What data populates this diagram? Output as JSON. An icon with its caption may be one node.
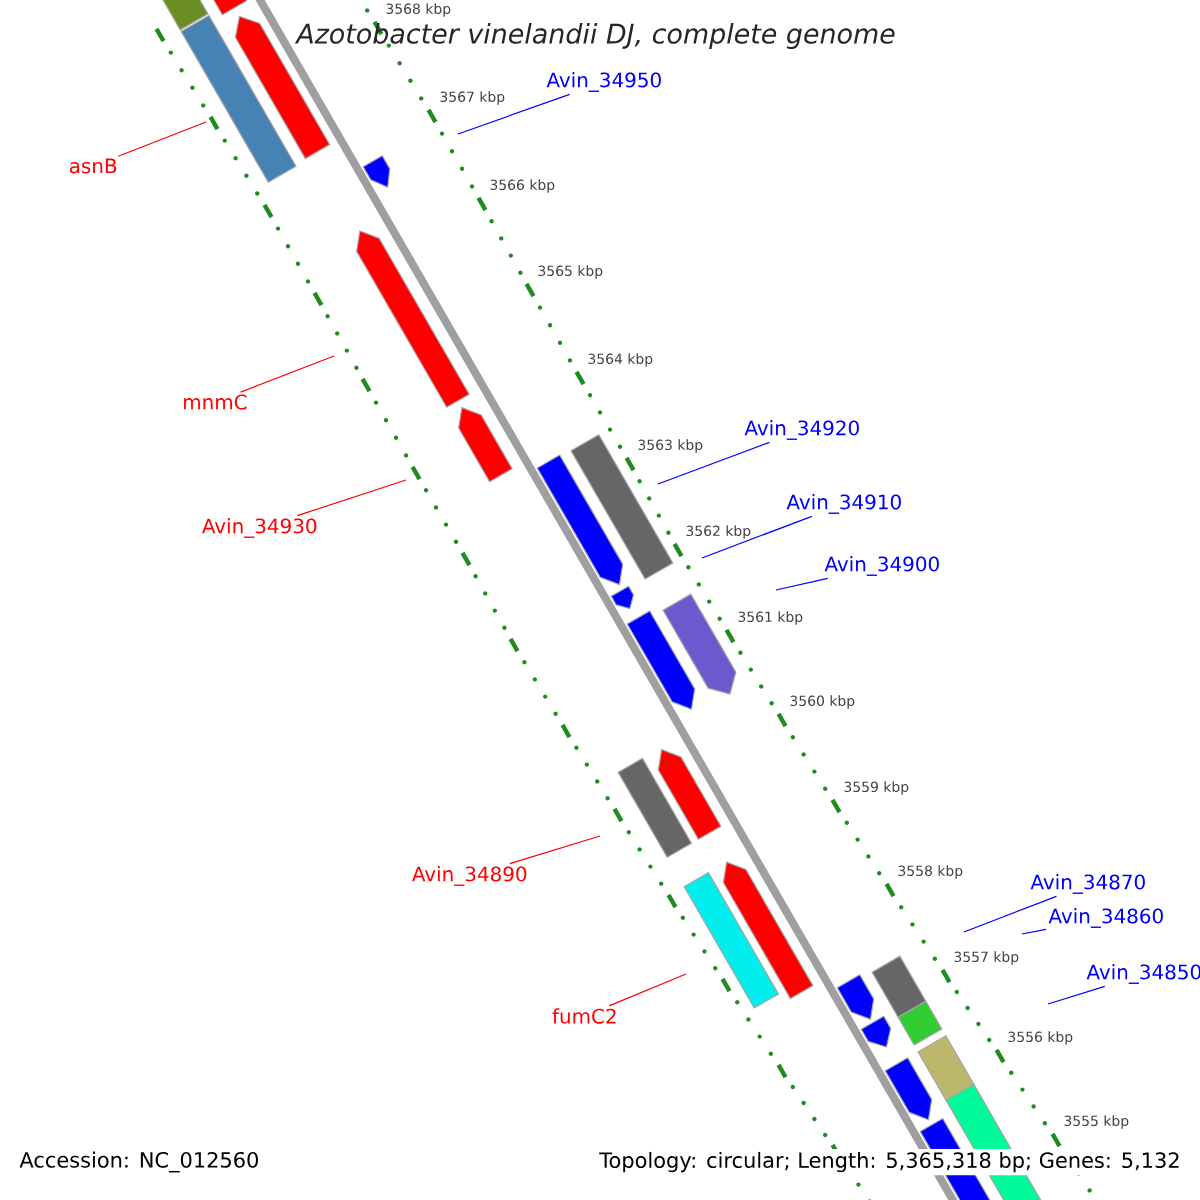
{
  "diagram": {
    "title": "Azotobacter vinelandii DJ, complete genome",
    "nodes": [
      {
        "text": [
          "Avin_34950"
        ]
      },
      {
        "text": [
          "asnB"
        ]
      },
      {
        "text": [
          "mnmC"
        ]
      },
      {
        "text": [
          "Avin_34920"
        ]
      },
      {
        "text": [
          "Avin_34910"
        ]
      },
      {
        "text": [
          "Avin_34930"
        ]
      },
      {
        "text": [
          "Avin_34900"
        ]
      },
      {
        "text": [
          "Avin_34890"
        ]
      },
      {
        "text": [
          "Avin_34870"
        ]
      },
      {
        "text": [
          "Avin_34860"
        ]
      },
      {
        "text": [
          "Avin_34850"
        ]
      },
      {
        "text": [
          "fumC2"
        ]
      }
    ],
    "edges": [
      {
        "from": 0,
        "to": null,
        "arrow": "none"
      },
      {
        "from": 1,
        "to": null,
        "arrow": "none",
        "color": "#ff0000"
      },
      {
        "from": 2,
        "to": null,
        "arrow": "none",
        "color": "#ff0000"
      },
      {
        "from": 3,
        "to": null,
        "arrow": "none"
      },
      {
        "from": 4,
        "to": null,
        "arrow": "none"
      },
      {
        "from": 5,
        "to": null,
        "arrow": "none",
        "color": "#ff0000"
      },
      {
        "from": 6,
        "to": null,
        "arrow": "none"
      },
      {
        "from": 7,
        "to": null,
        "arrow": "none",
        "color": "#ff0000"
      },
      {
        "from": 8,
        "to": null,
        "arrow": "none"
      },
      {
        "from": 9,
        "to": null,
        "arrow": "none"
      },
      {
        "from": 10,
        "to": null,
        "arrow": "none"
      },
      {
        "from": 11,
        "to": null,
        "arrow": "none",
        "color": "#ff0000"
      }
    ],
    "labels": [
      "3568 kbp",
      "3567 kbp",
      "3566 kbp",
      "3565 kbp",
      "3564 kbp",
      "3563 kbp",
      "3562 kbp",
      "3561 kbp",
      "3560 kbp",
      "3559 kbp",
      "3558 kbp",
      "3557 kbp",
      "3556 kbp",
      "3555 kbp",
      "Accession: NC_012560",
      "Topology: circular; Length: 5,365,318 bp; Genes: 5,132"
    ]
  }
}
